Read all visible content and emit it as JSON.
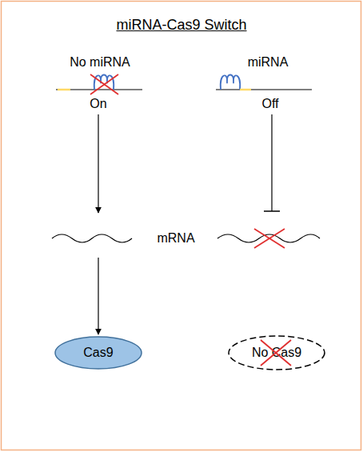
{
  "diagram": {
    "title": "miRNA-Cas9 Switch",
    "nodes": [
      {
        "text": [
          "Cas9"
        ]
      },
      {
        "text": [
          "No Cas9"
        ]
      }
    ],
    "labels": [
      "No miRNA",
      "miRNA",
      "On",
      "Off",
      "mRNA"
    ]
  }
}
